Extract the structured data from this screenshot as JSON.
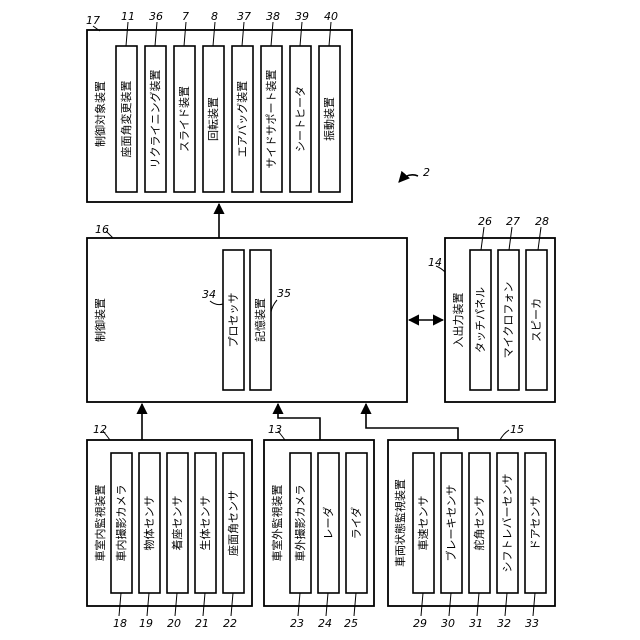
{
  "figure_ref": "2",
  "control_target": {
    "ref": "17",
    "label": "制御対象装置",
    "items": [
      {
        "ref": "11",
        "label": "座面角変更装置"
      },
      {
        "ref": "36",
        "label": "リクライニング装置"
      },
      {
        "ref": "7",
        "label": "スライド装置"
      },
      {
        "ref": "8",
        "label": "回転装置"
      },
      {
        "ref": "37",
        "label": "エアバッグ装置"
      },
      {
        "ref": "38",
        "label": "サイドサポート装置"
      },
      {
        "ref": "39",
        "label": "シートヒータ"
      },
      {
        "ref": "40",
        "label": "振動装置"
      }
    ]
  },
  "controller": {
    "ref": "16",
    "label": "制御装置",
    "items": [
      {
        "ref": "34",
        "label": "プロセッサ"
      },
      {
        "ref": "35",
        "label": "記憶装置"
      }
    ]
  },
  "io": {
    "ref": "14",
    "label": "入出力装置",
    "items": [
      {
        "ref": "26",
        "label": "タッチパネル"
      },
      {
        "ref": "27",
        "label": "マイクロフォン"
      },
      {
        "ref": "28",
        "label": "スピーカ"
      }
    ]
  },
  "interior": {
    "ref": "12",
    "label": "車室内監視装置",
    "items": [
      {
        "ref": "18",
        "label": "車内撮影カメラ"
      },
      {
        "ref": "19",
        "label": "物体センサ"
      },
      {
        "ref": "20",
        "label": "着座センサ"
      },
      {
        "ref": "21",
        "label": "生体センサ"
      },
      {
        "ref": "22",
        "label": "座面角センサ"
      }
    ]
  },
  "exterior": {
    "ref": "13",
    "label": "車室外監視装置",
    "items": [
      {
        "ref": "23",
        "label": "車外撮影カメラ"
      },
      {
        "ref": "24",
        "label": "レーダ"
      },
      {
        "ref": "25",
        "label": "ライダ"
      }
    ]
  },
  "vehicle": {
    "ref": "15",
    "label": "車両状態監視装置",
    "items": [
      {
        "ref": "29",
        "label": "車速センサ"
      },
      {
        "ref": "30",
        "label": "ブレーキセンサ"
      },
      {
        "ref": "31",
        "label": "舵角センサ"
      },
      {
        "ref": "32",
        "label": "シフトレバーセンサ"
      },
      {
        "ref": "33",
        "label": "ドアセンサ"
      }
    ]
  }
}
